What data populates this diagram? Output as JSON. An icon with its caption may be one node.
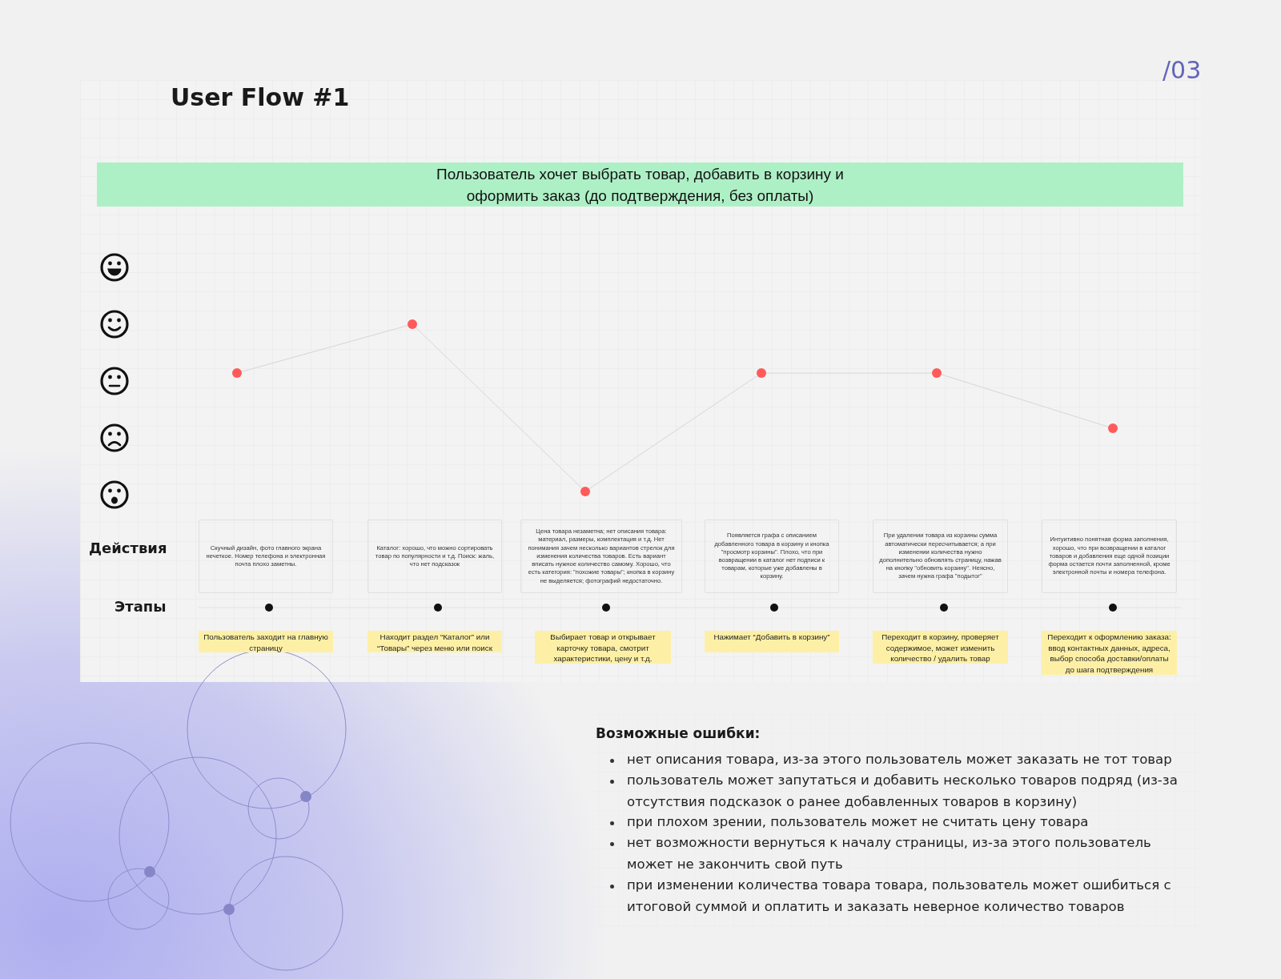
{
  "diagram": {
    "title": "User Flow #1",
    "nodes": [
      {
        "text": [
          "Пользователь хочет выбрать товар, добавить в корзину и оформить заказ (до подтверждения, без оплаты)"
        ]
      },
      {
        "text": [],
        "shape": "circle"
      },
      {
        "text": [],
        "shape": "circle"
      },
      {
        "text": [],
        "shape": "circle"
      },
      {
        "text": [],
        "shape": "circle"
      },
      {
        "text": [],
        "shape": "circle"
      },
      {
        "text": [],
        "shape": "circle"
      },
      {
        "text": [
          "Скучный дизайн, фото главного экрана нечеткое. Номер телефона и электронная почта плохо заметны."
        ]
      },
      {
        "text": [
          "Каталог: хорошо, что можно сортировать товар по популярности и т.д. Поиск: жаль, что нет подсказок"
        ]
      },
      {
        "text": [
          "Цена товара незаметна; нет описания товара: материал, размеры, комплектация и т.д. Нет понимания зачем несколько вариантов стрелок для изменения количества товаров. Есть вариант вписать нужное количество самому. Хорошо, что есть категория: \"похожие товары\"; кнопка в корзину не выделяется; фотографий недостаточно."
        ]
      },
      {
        "text": [
          "Появляется графа с описанием добавленного товара в корзину и кнопка \"просмотр корзины\". Плохо, что при возвращении в каталог нет подписи к товарам, которые уже добавлены в корзину."
        ]
      },
      {
        "text": [
          "При удалении товара из корзины сумма автоматически пересчитывается; а при изменении количества нужно дополнительно обновлять страницу, нажав на кнопку \"обновить корзину\". Неясно, зачем нужна графа \"подытог\""
        ]
      },
      {
        "text": [
          "Интуитивно понятная форма заполнения, хорошо, что при возвращении в каталог товаров и добавления еще одной позиции форма остается почти заполненной, кроме электронной почты и номера телефона."
        ]
      },
      {
        "text": [],
        "shape": "circle"
      },
      {
        "text": [],
        "shape": "circle"
      },
      {
        "text": [],
        "shape": "circle"
      },
      {
        "text": [],
        "shape": "circle"
      },
      {
        "text": [],
        "shape": "circle"
      },
      {
        "text": [],
        "shape": "circle"
      },
      {
        "text": [
          "Пользователь заходит на главную страницу"
        ]
      },
      {
        "text": [
          "Находит раздел “Каталог” или “Товары” через меню или поиск"
        ]
      },
      {
        "text": [
          "Выбирает товар и открывает карточку товара, смотрит характеристики, цену и т.д."
        ]
      },
      {
        "text": [
          "Нажимает “Добавить в корзину”"
        ]
      },
      {
        "text": [
          "Переходит в корзину, проверяет содержимое, может изменить количество / удалить товар"
        ]
      },
      {
        "text": [
          "Переходит к оформлению заказа: ввод контактных данных, адреса, выбор способа доставки/оплаты до шага подтверждения"
        ]
      }
    ],
    "edges": [
      {
        "from": 1,
        "to": 2,
        "arrow": "none"
      },
      {
        "from": 2,
        "to": 3,
        "arrow": "none"
      },
      {
        "from": 3,
        "to": 4,
        "arrow": "none"
      },
      {
        "from": 4,
        "to": 5,
        "arrow": "none"
      },
      {
        "from": 5,
        "to": 6,
        "arrow": "none"
      }
    ],
    "labels": [
      "/03",
      "Действия",
      "Этапы",
      "Возможные ошибки:",
      "нет описания товара, из-за этого пользователь может заказать не тот товар",
      "пользователь может запутаться и добавить несколько товаров подряд (из-за отсутствия подсказок о ранее добавленных товаров в корзину)",
      "при плохом зрении, пользователь может не считать цену товара",
      "нет возможности вернуться к началу страницы, из-за этого пользователь может не закончить свой путь",
      "при изменении количества товара товара, пользователь может ошибиться с итоговой суммой и оплатить и заказать неверное количество товаров"
    ]
  }
}
